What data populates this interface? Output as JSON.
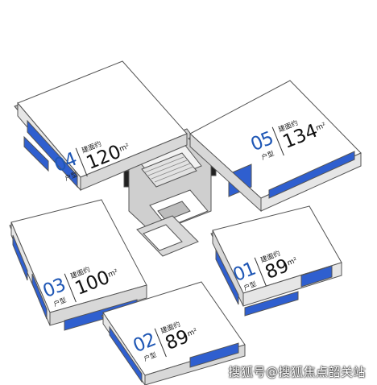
{
  "units": [
    {
      "id": "04",
      "type_label": "户型",
      "area_label": "建面约",
      "area": "120",
      "unit": "m²"
    },
    {
      "id": "05",
      "type_label": "户型",
      "area_label": "建面约",
      "area": "134",
      "unit": "m²"
    },
    {
      "id": "03",
      "type_label": "户型",
      "area_label": "建面约",
      "area": "100",
      "unit": "m²"
    },
    {
      "id": "01",
      "type_label": "户型",
      "area_label": "建面约",
      "area": "89",
      "unit": "m²"
    },
    {
      "id": "02",
      "type_label": "户型",
      "area_label": "建面约",
      "area": "89",
      "unit": "m²"
    }
  ],
  "watermark": "搜狐号@搜狐焦点韶关站",
  "colors": {
    "window_blue": "#2f5fcf",
    "floor_gray": "#c9c9c9",
    "wall_white": "#ffffff",
    "edge": "#555555",
    "number_blue": "#1f57b5"
  }
}
